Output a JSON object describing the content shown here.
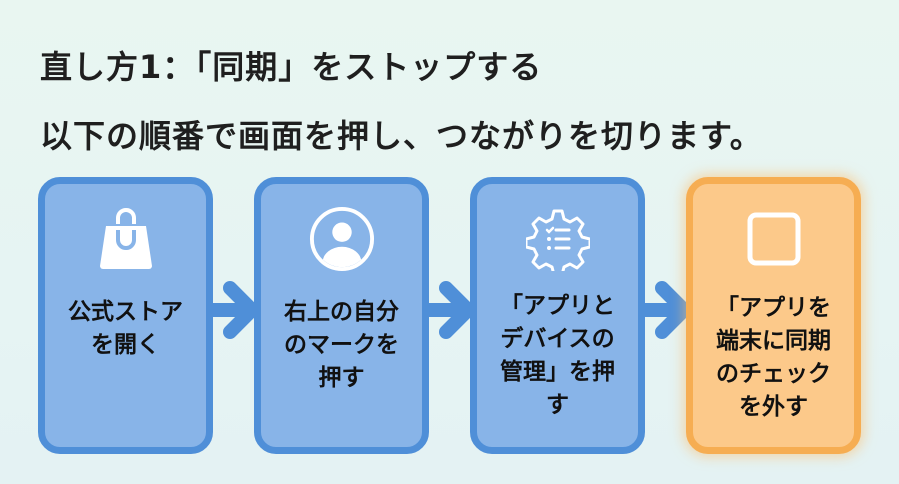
{
  "header": {
    "title": "直し方1：「同期」をストップする",
    "subtitle": "以下の順番で画面を押し、つながりを切ります。"
  },
  "steps": [
    {
      "label": "公式ストア\nを開く",
      "icon": "shopping-bag-icon",
      "color": "#88b4e8"
    },
    {
      "label": "右上の自分\nのマークを\n押す",
      "icon": "user-avatar-icon",
      "color": "#88b4e8"
    },
    {
      "label": "「アプリと\nデバイスの\n管理」を押\nす",
      "icon": "gear-list-icon",
      "color": "#88b4e8"
    },
    {
      "label": "「アプリを\n端末に同期\nのチェック\nを外す",
      "icon": "checkbox-icon",
      "color": "#fcc98a"
    }
  ],
  "colors": {
    "card_blue_border": "#4f8fd8",
    "card_blue_fill": "#88b4e8",
    "card_orange_border": "#f6ad52",
    "card_orange_fill": "#fcc98a",
    "arrow": "#4f8fd8"
  }
}
